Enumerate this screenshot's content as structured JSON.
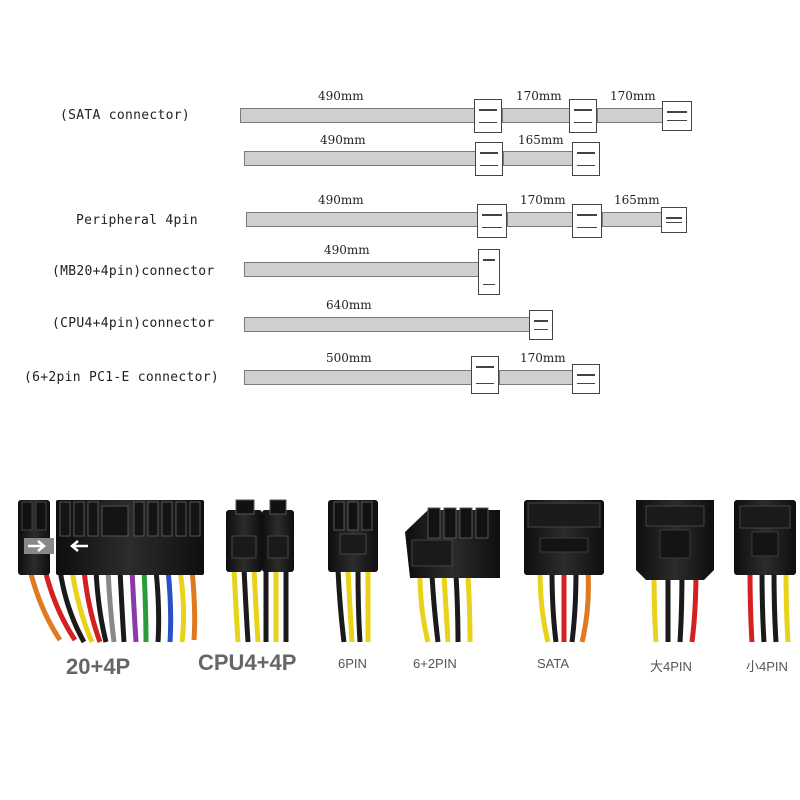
{
  "diagram": {
    "labels": {
      "sata": "(SATA connector)",
      "peripheral": "Peripheral 4pin",
      "mb": "(MB20+4pin)connector",
      "cpu": "(CPU4+4pin)connector",
      "pcie": "(6+2pin PC1-E connector)"
    },
    "lengths": {
      "sata1_a": "490mm",
      "sata1_b": "170mm",
      "sata1_c": "170mm",
      "sata2_a": "490mm",
      "sata2_b": "165mm",
      "per_a": "490mm",
      "per_b": "170mm",
      "per_c": "165mm",
      "mb_a": "490mm",
      "cpu_a": "640mm",
      "pcie_a": "500mm",
      "pcie_b": "170mm"
    }
  },
  "connectors_photo": {
    "captions": [
      "20+4P",
      "CPU4+4P",
      "6PIN",
      "6+2PIN",
      "SATA",
      "大4PIN",
      "小4PIN"
    ],
    "wire_colors": {
      "yellow": "#e8d21a",
      "black": "#1a1a1a",
      "red": "#d42020",
      "orange": "#e07a20",
      "green": "#2a9a3a",
      "blue": "#2850c8",
      "gray": "#888888",
      "purple": "#8a3aa8"
    }
  }
}
